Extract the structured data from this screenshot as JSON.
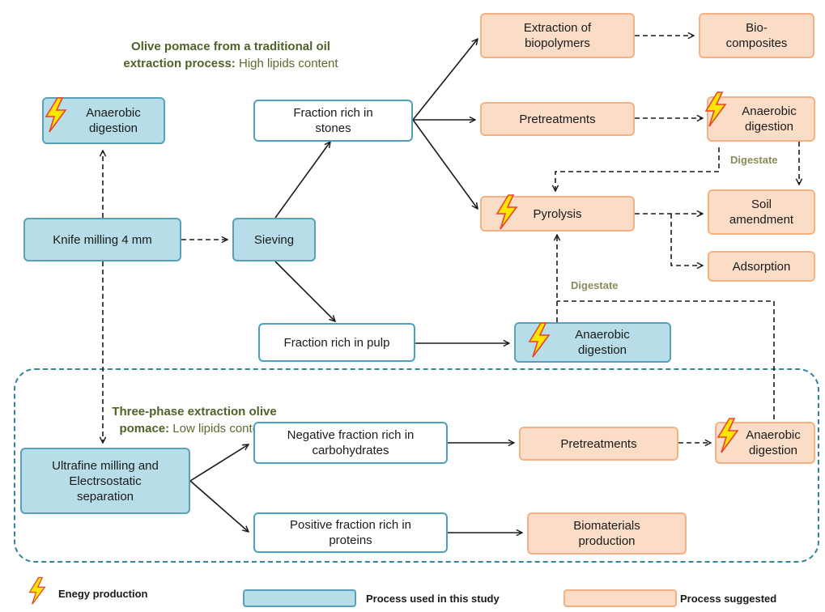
{
  "headings": {
    "traditional": {
      "bold": "Olive pomace from a traditional oil extraction process:",
      "rest": " High lipids content"
    },
    "three_phase": {
      "bold": "Three-phase extraction olive pomace:",
      "rest": " Low lipids content"
    }
  },
  "nodes": {
    "anaerobic_top": "Anaerobic\ndigestion",
    "knife_milling": "Knife milling 4 mm",
    "sieving": "Sieving",
    "fraction_stones": "Fraction rich in\nstones",
    "fraction_pulp": "Fraction rich in pulp",
    "extraction_biopolymers": "Extraction of\nbiopolymers",
    "bio_composites": "Bio-\ncomposites",
    "pretreatments_top": "Pretreatments",
    "anaerobic_right": "Anaerobic\ndigestion",
    "pyrolysis": "Pyrolysis",
    "soil_amendment": "Soil\namendment",
    "adsorption": "Adsorption",
    "anaerobic_pulp": "Anaerobic\ndigestion",
    "ultrafine": "Ultrafine milling and\nElectrsostatic\nseparation",
    "negative_fraction": "Negative fraction rich in\ncarbohydrates",
    "positive_fraction": "Positive fraction rich in\nproteins",
    "pretreatments_bottom": "Pretreatments",
    "biomaterials": "Biomaterials\nproduction",
    "anaerobic_bottom": "Anaerobic\ndigestion"
  },
  "edge_labels": {
    "digestate_top": "Digestate",
    "digestate_mid": "Digestate"
  },
  "legend": {
    "energy": "Enegy production",
    "study": "Process used in this study",
    "suggested": "Process suggested"
  },
  "colors": {
    "study_fill": "#b6dde8",
    "study_border": "#5aa0b8",
    "suggested_fill": "#fbdcc6",
    "suggested_border": "#f4b183",
    "plain_border": "#4da0bd",
    "bolt_fill": "#ffe600",
    "bolt_stroke": "#e8442a",
    "region_border": "#31859c",
    "heading_color": "#4f6228"
  },
  "icons": {
    "energy": "lightning-bolt-icon"
  }
}
